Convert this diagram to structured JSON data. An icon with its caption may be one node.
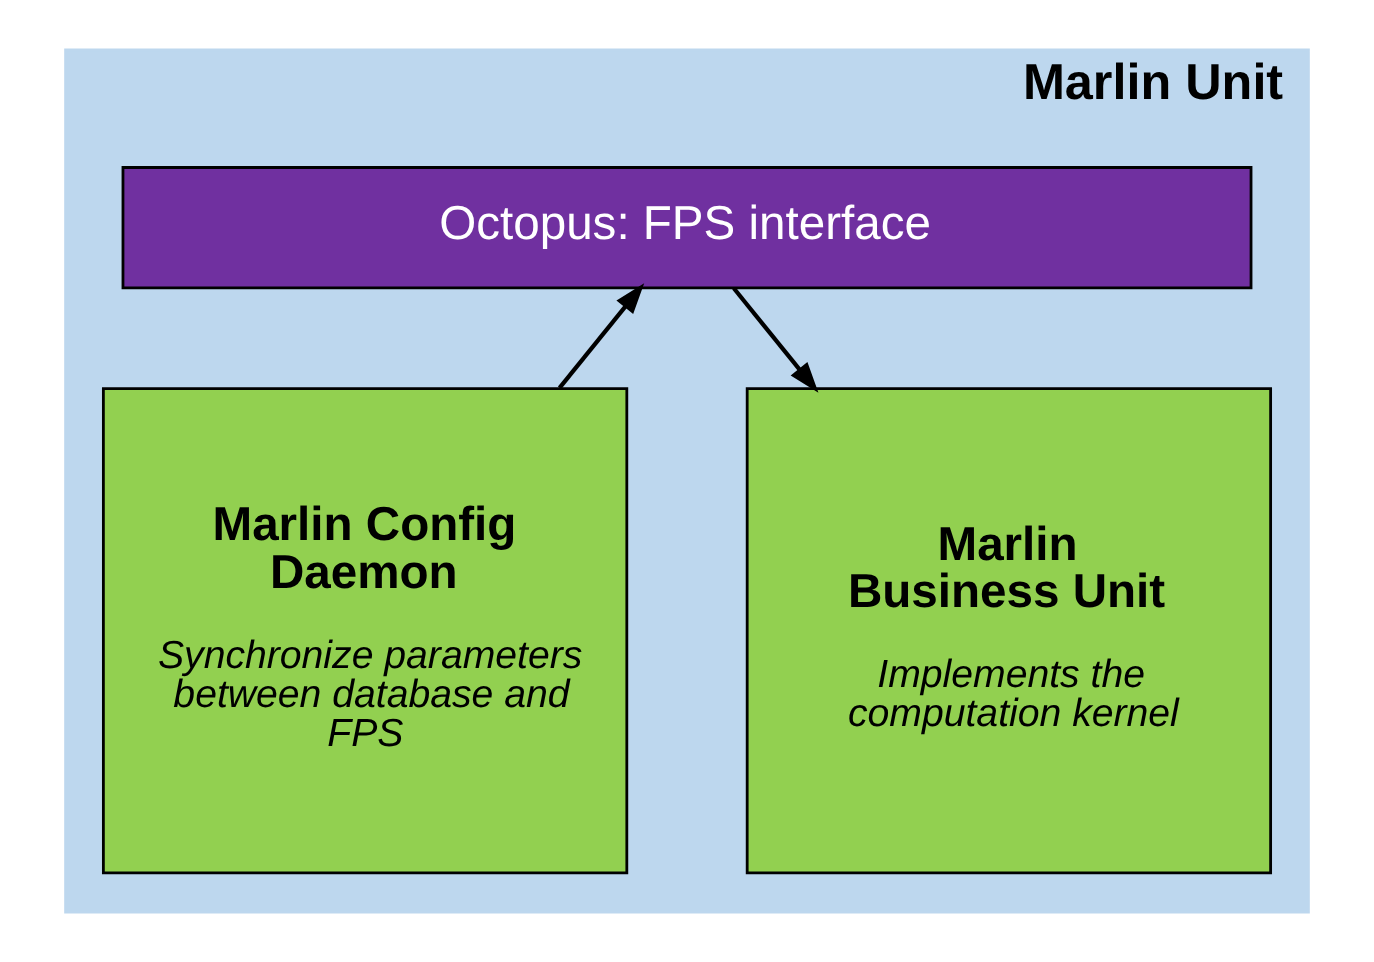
{
  "diagram": {
    "nodes": [
      {
        "text": [
          "Marlin Unit"
        ]
      },
      {
        "text": [
          "Octopus: FPS interface"
        ],
        "in": 0
      },
      {
        "text": [
          "Marlin Config Daemon",
          "Synchronize parameters between database and FPS"
        ],
        "in": 0
      },
      {
        "text": [
          "Marlin Business Unit",
          "Implements the computation kernel"
        ],
        "in": 0
      }
    ],
    "edges": [
      {
        "from": 2,
        "to": 1,
        "arrow": "to"
      },
      {
        "from": 1,
        "to": 3,
        "arrow": "to"
      }
    ]
  }
}
